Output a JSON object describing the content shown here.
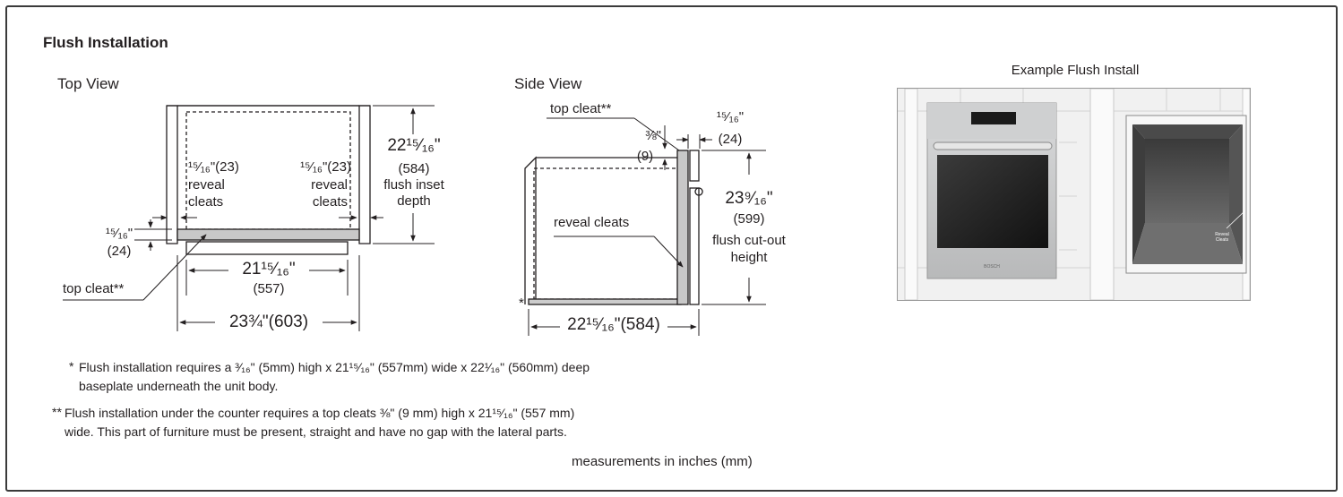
{
  "title": "Flush Installation",
  "top_view": {
    "heading": "Top View",
    "left_reveal": "¹⁵⁄₁₆\"(23)",
    "right_reveal": "¹⁵⁄₁₆\"(23)",
    "reveal_word": "reveal",
    "cleats_word": "cleats",
    "depth_in": "22¹⁵⁄₁₆\"",
    "depth_mm": "(584)",
    "depth_label1": "flush inset",
    "depth_label2": "depth",
    "cleat_h_in": "¹⁵⁄₁₆\"",
    "cleat_h_mm": "(24)",
    "inner_width_in": "21¹⁵⁄₁₆\"",
    "inner_width_mm": "(557)",
    "top_cleat": "top cleat**",
    "outer_width": "23¾\"(603)"
  },
  "side_view": {
    "heading": "Side View",
    "top_cleat": "top cleat**",
    "cleat_thick_in": "¹⁵⁄₁₆\"",
    "cleat_thick_mm": "(24)",
    "top_gap_in": "⅜\"",
    "top_gap_mm": "(9)",
    "height_in": "23⁹⁄₁₆\"",
    "height_mm": "(599)",
    "height_label1": "flush cut-out",
    "height_label2": "height",
    "reveal_cleats": "reveal cleats",
    "asterisk": "*",
    "depth": "22¹⁵⁄₁₆\"(584)"
  },
  "example": {
    "heading": "Example Flush Install",
    "photo_label1": "Reveal",
    "photo_label2": "Cleats",
    "brand": "BOSCH"
  },
  "notes": {
    "note1_marker": "*",
    "note1_line1": "Flush installation requires a ³⁄₁₆\" (5mm) high x 21¹⁵⁄₁₆\" (557mm) wide x 22¹⁄₁₆\" (560mm) deep",
    "note1_line2": "baseplate underneath the unit body.",
    "note2_marker": "**",
    "note2_line1": "Flush installation under the counter requires a top cleats ⅜\" (9 mm) high x 21¹⁵⁄₁₆\" (557 mm)",
    "note2_line2": "wide. This part of furniture must be present, straight and have no gap with the lateral parts."
  },
  "footer": "measurements in inches (mm)"
}
